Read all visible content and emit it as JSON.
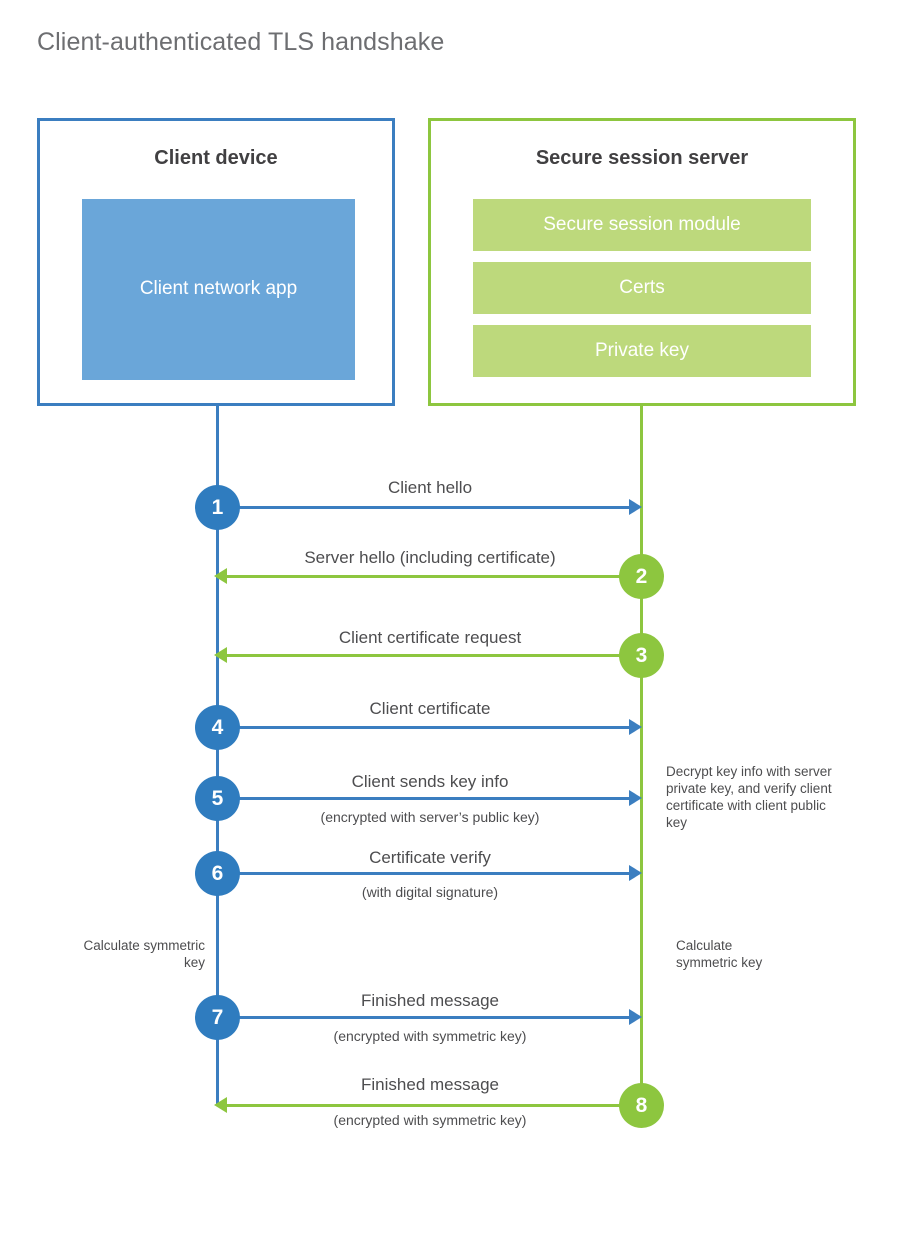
{
  "title": "Client-authenticated TLS handshake",
  "colors": {
    "blue_border": "#3b7ec0",
    "blue_circle": "#2f7cbf",
    "blue_fill": "#6aa6d9",
    "green_border": "#8dc63f",
    "green_circle": "#8dc63f",
    "green_fill": "#bdd97c",
    "title_text": "#6d6e71",
    "body_text": "#4d4d4f"
  },
  "actors": {
    "client": {
      "title": "Client device",
      "blocks": [
        {
          "label": "Client network app"
        }
      ]
    },
    "server": {
      "title": "Secure session server",
      "blocks": [
        {
          "label": "Secure session module"
        },
        {
          "label": "Certs"
        },
        {
          "label": "Private key"
        }
      ]
    }
  },
  "steps": [
    {
      "number": "1",
      "label": "Client hello",
      "sublabel": "",
      "direction": "right",
      "color": "blue"
    },
    {
      "number": "2",
      "label": "Server hello (including certificate)",
      "sublabel": "",
      "direction": "left",
      "color": "green"
    },
    {
      "number": "3",
      "label": "Client certificate request",
      "sublabel": "",
      "direction": "left",
      "color": "green"
    },
    {
      "number": "4",
      "label": "Client certificate",
      "sublabel": "",
      "direction": "right",
      "color": "blue"
    },
    {
      "number": "5",
      "label": "Client sends key info",
      "sublabel": "(encrypted with server’s public key)",
      "direction": "right",
      "color": "blue"
    },
    {
      "number": "6",
      "label": "Certificate verify",
      "sublabel": "(with digital signature)",
      "direction": "right",
      "color": "blue"
    },
    {
      "number": "7",
      "label": "Finished message",
      "sublabel": "(encrypted with symmetric key)",
      "direction": "right",
      "color": "blue"
    },
    {
      "number": "8",
      "label": "Finished message",
      "sublabel": "(encrypted with symmetric key)",
      "direction": "left",
      "color": "green"
    }
  ],
  "annotations": {
    "server_decrypt": "Decrypt key info with server private key, and verify client certificate with client public key",
    "client_calculate": "Calculate symmetric key",
    "server_calculate": "Calculate symmetric key"
  }
}
